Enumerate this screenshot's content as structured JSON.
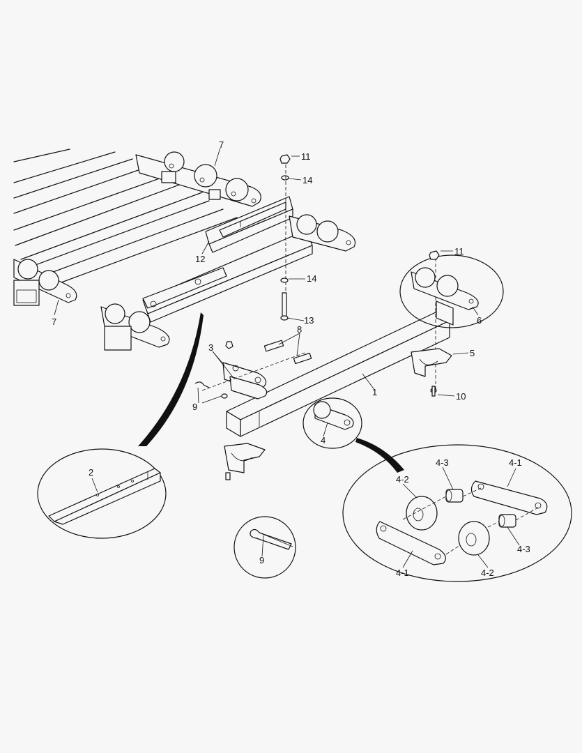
{
  "callouts": {
    "c1": "1",
    "c2": "2",
    "c3": "3",
    "c4": "4",
    "c5": "5",
    "c6": "6",
    "c7a": "7",
    "c7b": "7",
    "c8": "8",
    "c9a": "9",
    "c9b": "9",
    "c10": "10",
    "c11a": "11",
    "c11b": "11",
    "c12": "12",
    "c13": "13",
    "c14a": "14",
    "c14b": "14",
    "c41a": "4-1",
    "c41b": "4-1",
    "c42a": "4-2",
    "c42b": "4-2",
    "c43a": "4-3",
    "c43b": "4-3"
  }
}
